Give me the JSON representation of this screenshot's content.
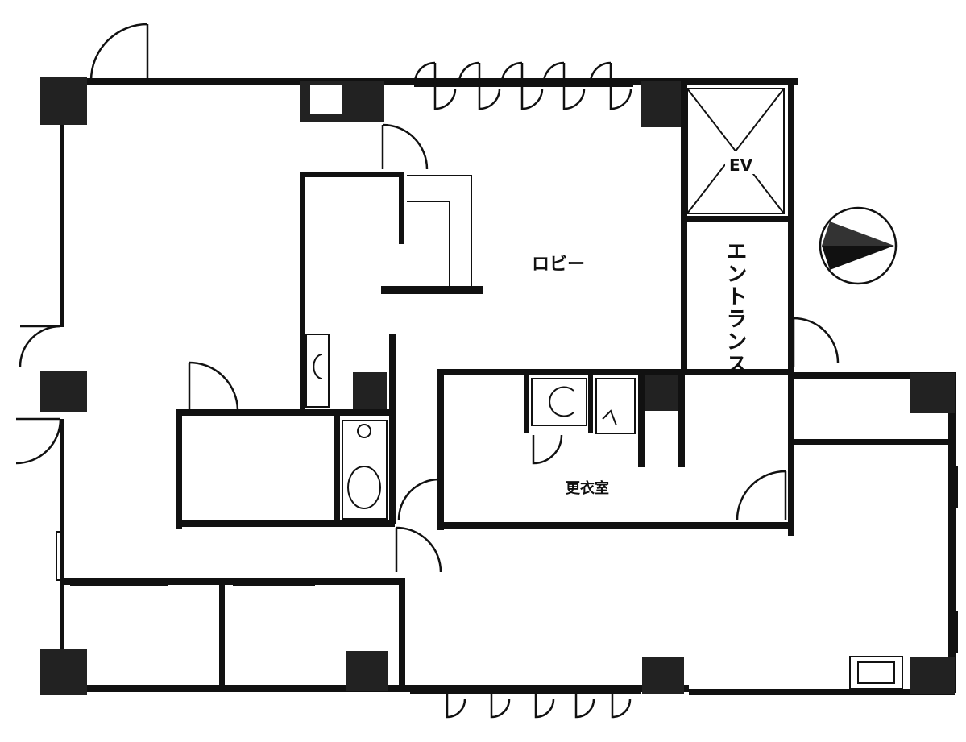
{
  "rooms": {
    "lobby": "ロビー",
    "elevator": "EV",
    "entrance": "エントランス",
    "locker_room": "更衣室"
  },
  "compass": {
    "icon": "north-arrow-icon"
  }
}
